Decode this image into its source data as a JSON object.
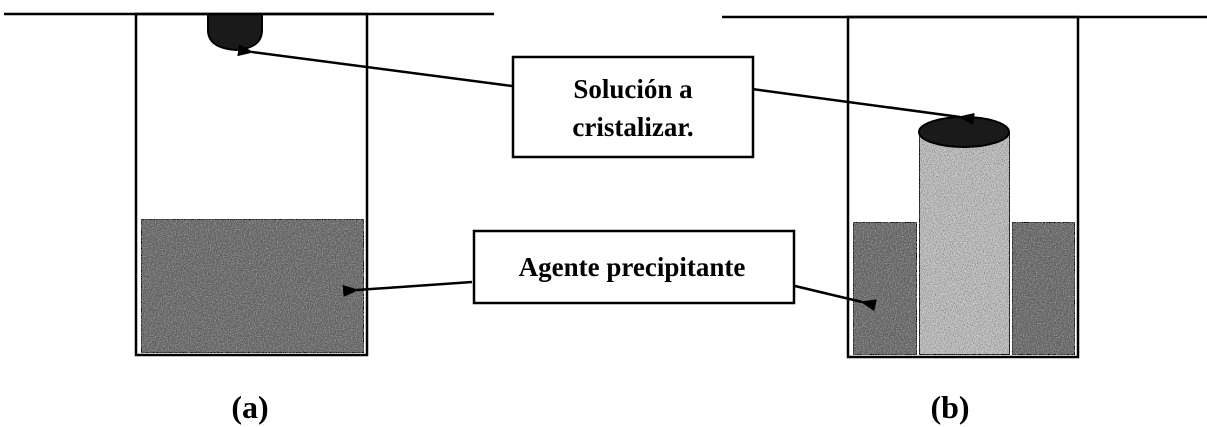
{
  "labels": {
    "solution_line1": "Solución a",
    "solution_line2": "cristalizar.",
    "precipitant": "Agente precipitante",
    "panel_a": "(a)",
    "panel_b": "(b)"
  },
  "colors": {
    "ink": "#000000",
    "background": "#ffffff",
    "precipitant_fill": "#5e5e5e",
    "precipitant_speckle": "#b4b4b4",
    "cylinder_fill": "#c8c8c8",
    "cylinder_speckle": "#4a4a4a",
    "drop_fill": "#1a1a1a"
  }
}
